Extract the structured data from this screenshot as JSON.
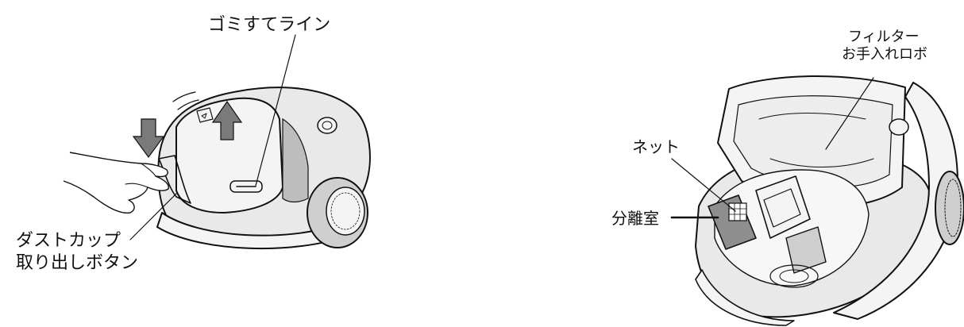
{
  "labels": {
    "dust_line": "ゴミすてライン",
    "dust_cup_button_line1": "ダストカップ",
    "dust_cup_button_line2": "取り出しボタン",
    "filter_robot_line1": "フィルター",
    "filter_robot_line2": "お手入れロボ",
    "net": "ネット",
    "separation_chamber": "分離室"
  },
  "colors": {
    "line": "#111111",
    "body": "#e9e9e9",
    "light": "#f4f4f4",
    "mid": "#cfcfcf",
    "dark": "#8e8e8e"
  },
  "icons": [
    "down-arrow-icon",
    "up-arrow-icon",
    "motion-lines-icon"
  ]
}
